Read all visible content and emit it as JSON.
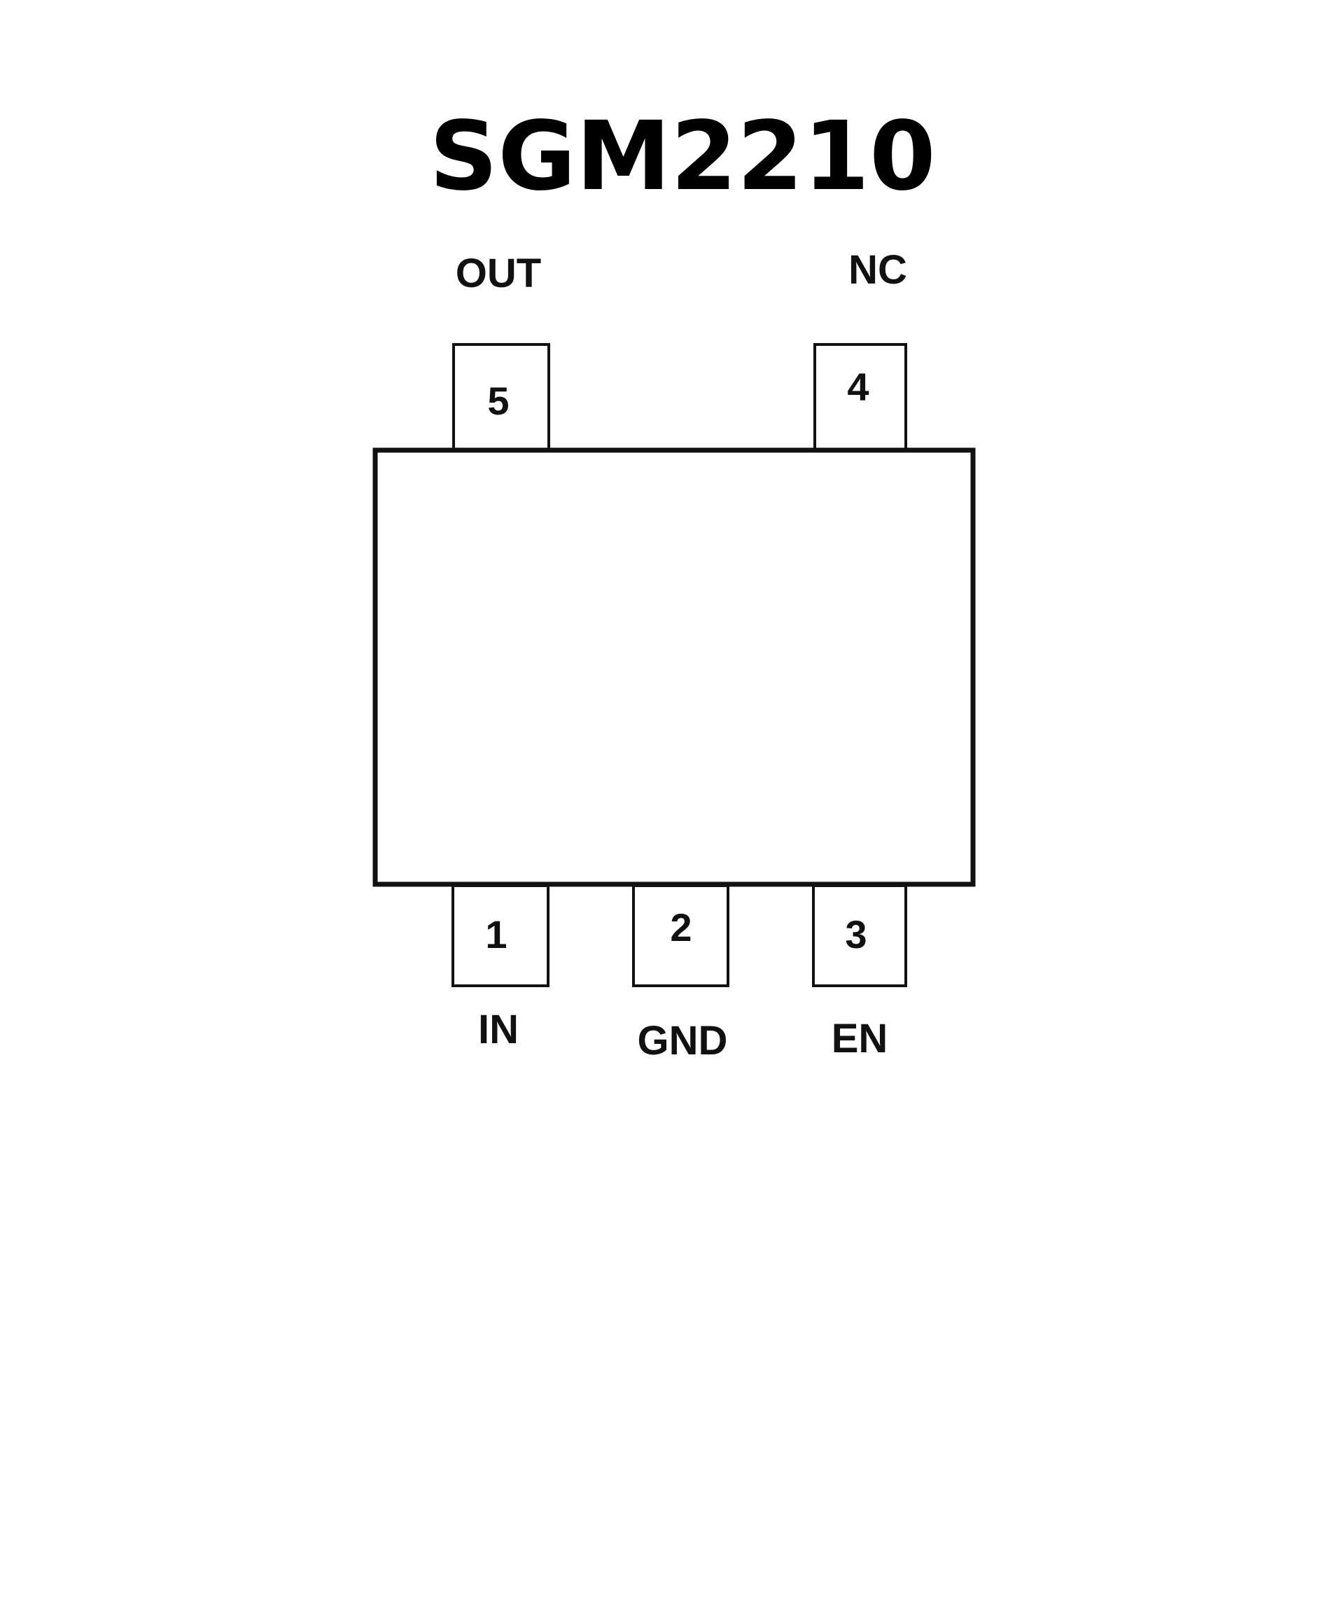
{
  "title": "SGM2210",
  "pins": [
    {
      "number": "1",
      "name": "IN"
    },
    {
      "number": "2",
      "name": "GND"
    },
    {
      "number": "3",
      "name": "EN"
    },
    {
      "number": "4",
      "name": "NC"
    },
    {
      "number": "5",
      "name": "OUT"
    }
  ]
}
